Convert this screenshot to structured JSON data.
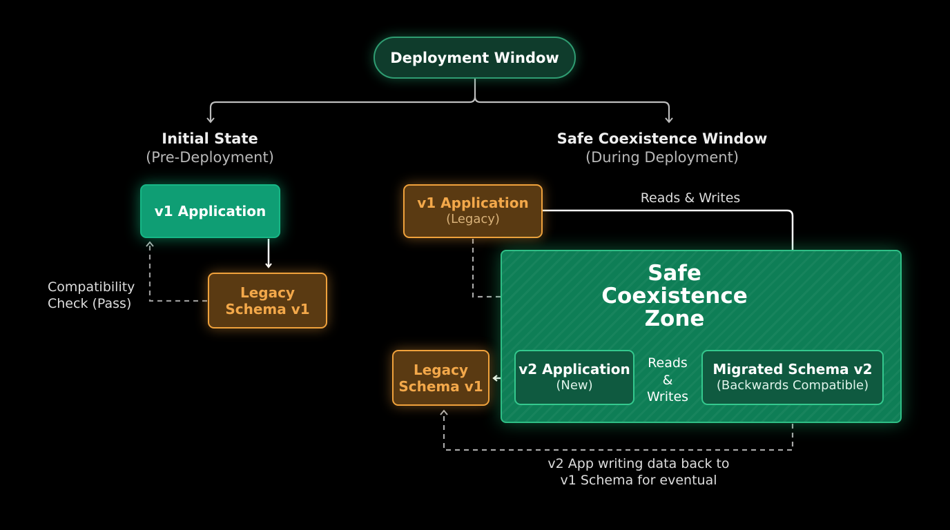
{
  "top": {
    "title": "Deployment Window"
  },
  "initial": {
    "heading": "Initial State",
    "subheading": "(Pre-Deployment)",
    "app": "v1 Application",
    "schema_line1": "Legacy",
    "schema_line2": "Schema v1",
    "check_line1": "Compatibility",
    "check_line2": "Check (Pass)"
  },
  "coexist": {
    "heading": "Safe Coexistence Window",
    "subheading": "(During Deployment)",
    "v1_app": "v1 Application",
    "v1_app_sub": "(Legacy)",
    "reads_writes_top": "Reads & Writes",
    "zone_line1": "Safe",
    "zone_line2": "Coexistence",
    "zone_line3": "Zone",
    "v2_app": "v2 Application",
    "v2_app_sub": "(New)",
    "rw_line1": "Reads",
    "rw_line2": "&",
    "rw_line3": "Writes",
    "migrated": "Migrated Schema v2",
    "migrated_sub": "(Backwards Compatible)",
    "legacy_line1": "Legacy",
    "legacy_line2": "Schema v1",
    "writeback_line1": "v2 App writing data back to",
    "writeback_line2": "v1 Schema for eventual"
  },
  "colors": {
    "background": "#000000",
    "green_accent": "#17b786",
    "orange_accent": "#f0a23c",
    "connector": "#cfcfcf"
  }
}
